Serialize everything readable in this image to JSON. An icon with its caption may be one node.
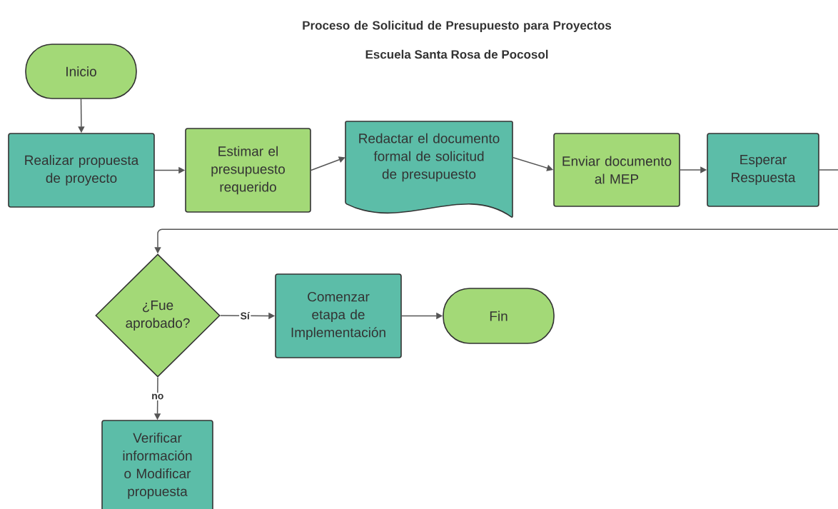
{
  "diagram": {
    "title": "Proceso de Solicitud de Presupuesto para Proyectos",
    "nodes": [
      {
        "text": [
          "Inicio"
        ]
      },
      {
        "text": [
          "Realizar propuesta de proyecto"
        ]
      },
      {
        "text": [
          "Estimar el presupuesto requerido"
        ]
      },
      {
        "text": [
          "Redactar el documento formal de solicitud de presupuesto"
        ]
      },
      {
        "text": [
          "Enviar documento al MEP"
        ]
      },
      {
        "text": [
          "Esperar Respuesta"
        ]
      },
      {
        "text": [
          "¿Fue aprobado?"
        ]
      },
      {
        "text": [
          "Comenzar etapa de Implementación"
        ]
      },
      {
        "text": [
          "Fin"
        ]
      },
      {
        "text": [
          "Verificar información o Modificar propuesta"
        ]
      }
    ],
    "edges": [
      {
        "from": 0,
        "to": 1,
        "arrow": "to"
      },
      {
        "from": 1,
        "to": 2,
        "arrow": "to"
      },
      {
        "from": 2,
        "to": 3,
        "arrow": "to"
      },
      {
        "from": 3,
        "to": 4,
        "arrow": "to"
      },
      {
        "from": 4,
        "to": 5,
        "arrow": "to"
      },
      {
        "from": 5,
        "to": 6,
        "arrow": "to"
      },
      {
        "from": 6,
        "to": 7,
        "arrow": "to",
        "label": "Sí"
      },
      {
        "from": 7,
        "to": 8,
        "arrow": "to"
      },
      {
        "from": 6,
        "to": 9,
        "arrow": "to",
        "label": "no"
      }
    ],
    "labels": [
      "Escuela Santa Rosa de Pocosol"
    ]
  }
}
